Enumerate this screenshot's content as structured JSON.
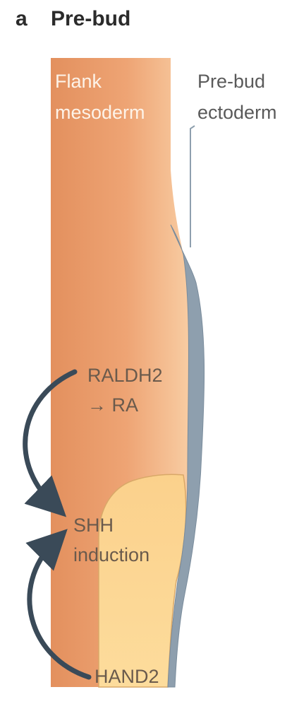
{
  "panel": {
    "letter": "a",
    "title": "Pre-bud"
  },
  "labels": {
    "flank_line1": "Flank",
    "flank_line2": "mesoderm",
    "ectoderm_line1": "Pre-bud",
    "ectoderm_line2": "ectoderm",
    "raldh2_line1": "RALDH2",
    "raldh2_line2": "→ RA",
    "shh_line1": "SHH",
    "shh_line2": "induction",
    "hand2": "HAND2"
  },
  "colors": {
    "mesoderm_dark": "#e39060",
    "mesoderm_light": "#f7c49a",
    "posterior_region": "#fbd690",
    "ectoderm": "#8e9fae",
    "arrow": "#3a4a58"
  }
}
